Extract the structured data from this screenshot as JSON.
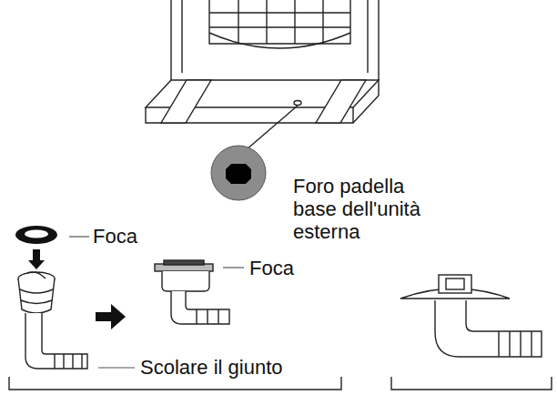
{
  "diagram": {
    "labels": [
      "Foro padella base dell'unità esterna",
      "Foca",
      "Foca",
      "Scolare il giunto"
    ]
  }
}
